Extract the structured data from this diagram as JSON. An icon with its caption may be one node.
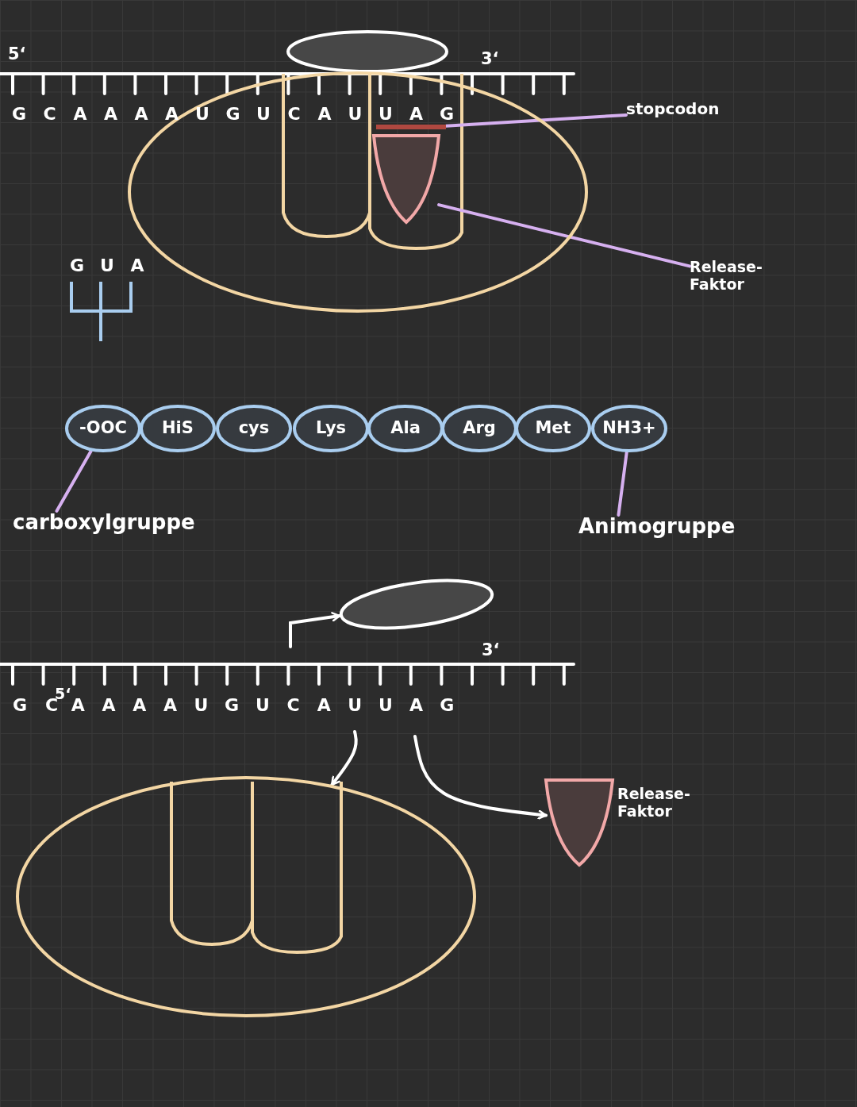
{
  "diagram": {
    "nodes": [
      {
        "text": [],
        "shape": "ellipse"
      },
      {
        "text": [],
        "shape": "ellipse"
      },
      {
        "text": [],
        "shape": "bar",
        "in": 1
      },
      {
        "text": [
          "stopcodon"
        ]
      },
      {
        "text": [],
        "shape": "cone",
        "in": 1
      },
      {
        "text": [
          "Release- Faktor"
        ]
      },
      {
        "text": [
          "-OOC"
        ]
      },
      {
        "text": [
          "HiS"
        ]
      },
      {
        "text": [
          "cys"
        ]
      },
      {
        "text": [
          "Lys"
        ]
      },
      {
        "text": [
          "Ala"
        ]
      },
      {
        "text": [
          "Arg"
        ]
      },
      {
        "text": [
          "Met"
        ]
      },
      {
        "text": [
          "NH3+"
        ]
      },
      {
        "text": [
          "carboxylgruppe"
        ]
      },
      {
        "text": [
          "Animogruppe"
        ]
      },
      {
        "text": [],
        "shape": "ellipse"
      },
      {
        "text": [],
        "shape": "ellipse"
      },
      {
        "text": [],
        "shape": "cone",
        "beside": [
          "Release- Faktor"
        ]
      }
    ],
    "edges": [
      {
        "from": 3,
        "to": 2,
        "arrow": "none"
      },
      {
        "from": 5,
        "to": 4,
        "arrow": "none"
      },
      {
        "from": 14,
        "to": 6,
        "arrow": "none"
      },
      {
        "from": 15,
        "to": 13,
        "arrow": "none"
      },
      {
        "from": null,
        "to": 16,
        "arrow": "to"
      },
      {
        "from": null,
        "to": 17,
        "arrow": "to"
      },
      {
        "from": null,
        "to": 18,
        "arrow": "to"
      }
    ],
    "labels": [
      "5‘",
      "3‘",
      "G C A A A A U G U C A U U A G",
      "G U A",
      "3‘",
      "G C",
      "5‘",
      "A A A A U G U C A U U A G"
    ]
  }
}
